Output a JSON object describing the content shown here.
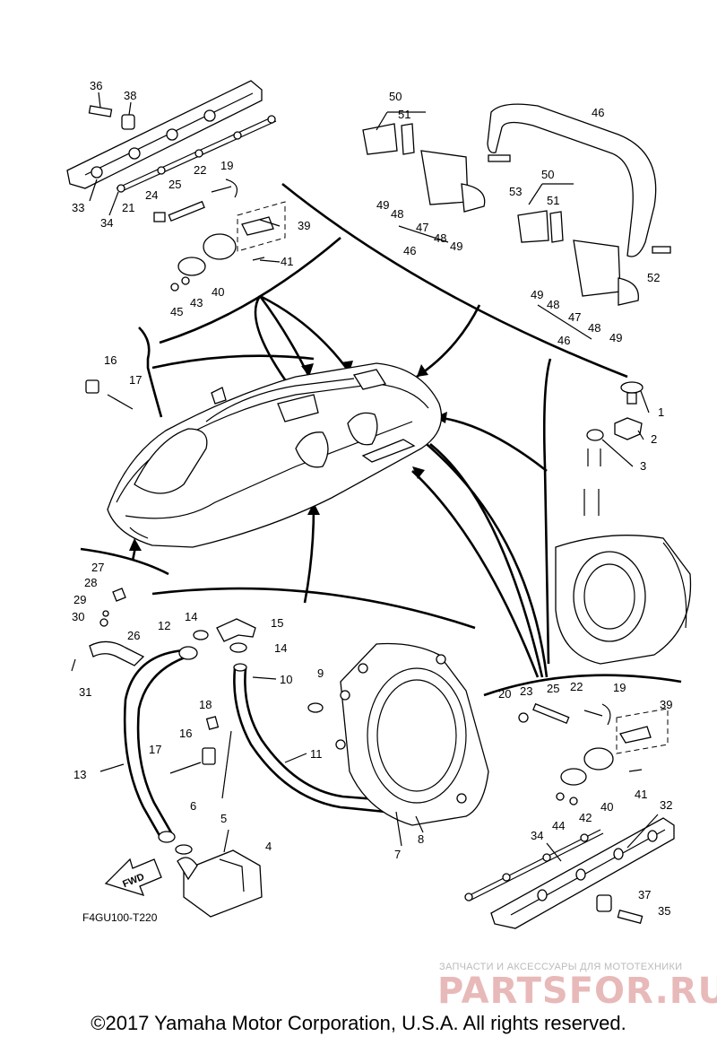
{
  "diagram": {
    "figure_code": "F4GU100-T220",
    "copyright": "©2017 Yamaha Motor Corporation, U.S.A. All rights reserved.",
    "fwd_label": "FWD",
    "watermark": {
      "tagline": "ЗАПЧАСТИ И АКСЕССУАРЫ ДЛЯ МОТОТЕХНИКИ",
      "brand": "PARTSFOR.RU"
    },
    "part_labels": [
      {
        "id": "lbl-36",
        "text": "36"
      },
      {
        "id": "lbl-38",
        "text": "38"
      },
      {
        "id": "lbl-33",
        "text": "33"
      },
      {
        "id": "lbl-34",
        "text": "34"
      },
      {
        "id": "lbl-21a",
        "text": "21"
      },
      {
        "id": "lbl-24a",
        "text": "24"
      },
      {
        "id": "lbl-25a",
        "text": "25"
      },
      {
        "id": "lbl-22a",
        "text": "22"
      },
      {
        "id": "lbl-19a",
        "text": "19"
      },
      {
        "id": "lbl-39a",
        "text": "39"
      },
      {
        "id": "lbl-41a",
        "text": "41"
      },
      {
        "id": "lbl-40a",
        "text": "40"
      },
      {
        "id": "lbl-43",
        "text": "43"
      },
      {
        "id": "lbl-45",
        "text": "45"
      },
      {
        "id": "lbl-50a",
        "text": "50"
      },
      {
        "id": "lbl-51a",
        "text": "51"
      },
      {
        "id": "lbl-46top",
        "text": "46"
      },
      {
        "id": "lbl-53",
        "text": "53"
      },
      {
        "id": "lbl-49a",
        "text": "49"
      },
      {
        "id": "lbl-48a",
        "text": "48"
      },
      {
        "id": "lbl-47a",
        "text": "47"
      },
      {
        "id": "lbl-48b",
        "text": "48"
      },
      {
        "id": "lbl-49b",
        "text": "49"
      },
      {
        "id": "lbl-46a",
        "text": "46"
      },
      {
        "id": "lbl-50b",
        "text": "50"
      },
      {
        "id": "lbl-51b",
        "text": "51"
      },
      {
        "id": "lbl-52",
        "text": "52"
      },
      {
        "id": "lbl-49c",
        "text": "49"
      },
      {
        "id": "lbl-48c",
        "text": "48"
      },
      {
        "id": "lbl-47b",
        "text": "47"
      },
      {
        "id": "lbl-48d",
        "text": "48"
      },
      {
        "id": "lbl-46b",
        "text": "46"
      },
      {
        "id": "lbl-49d",
        "text": "49"
      },
      {
        "id": "lbl-16a",
        "text": "16"
      },
      {
        "id": "lbl-17a",
        "text": "17"
      },
      {
        "id": "lbl-1",
        "text": "1"
      },
      {
        "id": "lbl-2",
        "text": "2"
      },
      {
        "id": "lbl-3",
        "text": "3"
      },
      {
        "id": "lbl-27",
        "text": "27"
      },
      {
        "id": "lbl-28",
        "text": "28"
      },
      {
        "id": "lbl-29",
        "text": "29"
      },
      {
        "id": "lbl-30",
        "text": "30"
      },
      {
        "id": "lbl-26",
        "text": "26"
      },
      {
        "id": "lbl-31",
        "text": "31"
      },
      {
        "id": "lbl-12",
        "text": "12"
      },
      {
        "id": "lbl-14a",
        "text": "14"
      },
      {
        "id": "lbl-15",
        "text": "15"
      },
      {
        "id": "lbl-14b",
        "text": "14"
      },
      {
        "id": "lbl-10",
        "text": "10"
      },
      {
        "id": "lbl-9",
        "text": "9"
      },
      {
        "id": "lbl-18",
        "text": "18"
      },
      {
        "id": "lbl-16b",
        "text": "16"
      },
      {
        "id": "lbl-17b",
        "text": "17"
      },
      {
        "id": "lbl-13",
        "text": "13"
      },
      {
        "id": "lbl-11",
        "text": "11"
      },
      {
        "id": "lbl-6",
        "text": "6"
      },
      {
        "id": "lbl-5",
        "text": "5"
      },
      {
        "id": "lbl-4",
        "text": "4"
      },
      {
        "id": "lbl-7",
        "text": "7"
      },
      {
        "id": "lbl-8",
        "text": "8"
      },
      {
        "id": "lbl-20",
        "text": "20"
      },
      {
        "id": "lbl-23",
        "text": "23"
      },
      {
        "id": "lbl-25b",
        "text": "25"
      },
      {
        "id": "lbl-22b",
        "text": "22"
      },
      {
        "id": "lbl-19b",
        "text": "19"
      },
      {
        "id": "lbl-39b",
        "text": "39"
      },
      {
        "id": "lbl-41b",
        "text": "41"
      },
      {
        "id": "lbl-40b",
        "text": "40"
      },
      {
        "id": "lbl-44",
        "text": "44"
      },
      {
        "id": "lbl-42",
        "text": "42"
      },
      {
        "id": "lbl-32",
        "text": "32"
      },
      {
        "id": "lbl-34b",
        "text": "34"
      },
      {
        "id": "lbl-37",
        "text": "37"
      },
      {
        "id": "lbl-35",
        "text": "35"
      }
    ]
  }
}
